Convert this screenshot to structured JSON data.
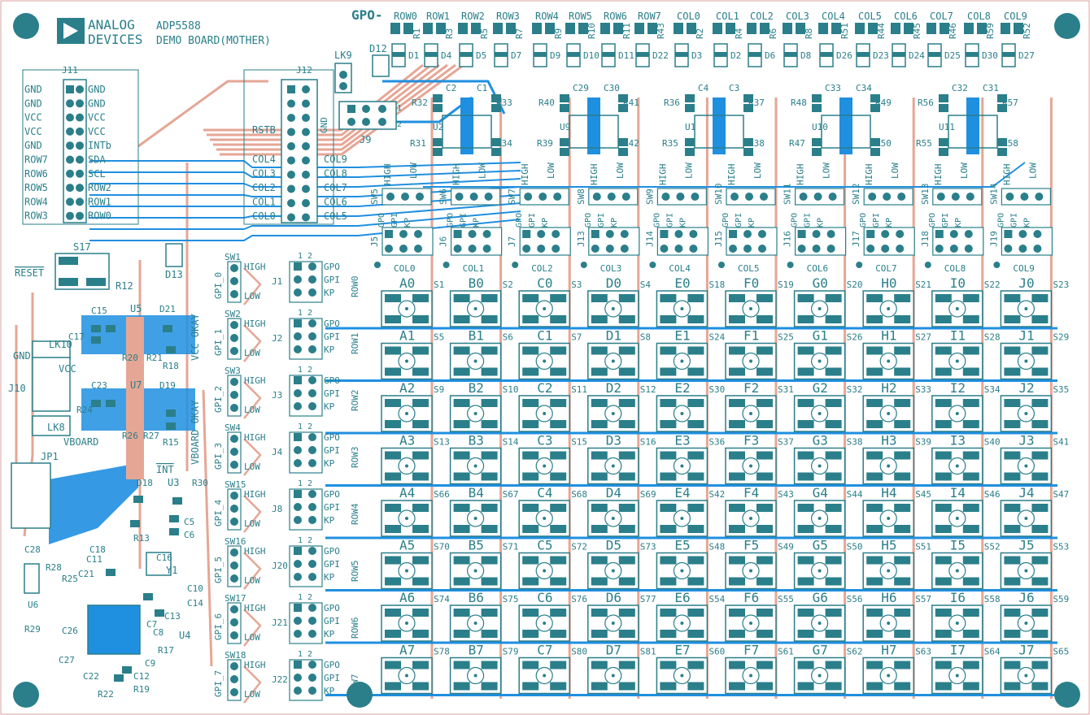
{
  "board": {
    "brand_line1": "ANALOG",
    "brand_line2": "DEVICES",
    "title_line1": "ADP5588",
    "title_line2": "DEMO BOARD(MOTHER)",
    "accent_color": "#2a7f8a",
    "trace_color": "#e6a695",
    "copper_color": "#1f8fe0"
  },
  "gpo": {
    "heading": "GPO-",
    "rows": [
      "ROW0",
      "ROW1",
      "ROW2",
      "ROW3",
      "ROW4",
      "ROW5",
      "ROW6",
      "ROW7"
    ],
    "cols": [
      "COL0",
      "COL1",
      "COL2",
      "COL3",
      "COL4",
      "COL5",
      "COL6",
      "COL7",
      "COL8",
      "COL9"
    ]
  },
  "headers": {
    "j11": "J11",
    "j12": "J12",
    "j11_left": [
      "GND",
      "GND",
      "VCC",
      "VCC",
      "GND",
      "ROW7",
      "ROW6",
      "ROW5",
      "ROW4",
      "ROW3"
    ],
    "j11_right": [
      "GND",
      "GND",
      "VCC",
      "VCC",
      "INTb",
      "SDA",
      "SCL",
      "ROW2",
      "ROW1",
      "ROW0"
    ],
    "j12_left": [
      "RSTB",
      "COL4",
      "COL3",
      "COL2",
      "COL1",
      "COL0"
    ],
    "j12_right": [
      "COL9",
      "COL8",
      "COL7",
      "COL6",
      "COL5"
    ],
    "j12_gnd": "GND"
  },
  "col_switches": {
    "switches": [
      "SW5",
      "SW6",
      "SW7",
      "SW8",
      "SW9",
      "SW10",
      "SW11",
      "SW12",
      "SW13",
      "SW14"
    ],
    "jumpers": [
      "J5",
      "J6",
      "J7",
      "J13",
      "J14",
      "J15",
      "J16",
      "J17",
      "J18",
      "J19"
    ],
    "cols": [
      "COL0",
      "COL1",
      "COL2",
      "COL3",
      "COL4",
      "COL5",
      "COL6",
      "COL7",
      "COL8",
      "COL9"
    ],
    "high": "HIGH",
    "low": "LOW",
    "modes": [
      "GPO",
      "GPI",
      "KP"
    ]
  },
  "gpi_rows": {
    "gpi": [
      "GPI_0",
      "GPI_1",
      "GPI_2",
      "GPI_3",
      "GPI_4",
      "GPI_5",
      "GPI_6",
      "GPI_7"
    ],
    "switches": [
      "SW1",
      "SW2",
      "SW3",
      "SW4",
      "SW15",
      "SW16",
      "SW17",
      "SW18"
    ],
    "jumpers": [
      "J1",
      "J2",
      "J3",
      "J4",
      "J8",
      "J20",
      "J21",
      "J22"
    ],
    "rows": [
      "ROW0",
      "ROW1",
      "ROW2",
      "ROW3",
      "ROW4",
      "ROW5",
      "ROW6",
      "ROW7"
    ],
    "high": "HIGH",
    "low": "LOW",
    "modes": [
      "GPO",
      "GPI",
      "KP"
    ]
  },
  "keypad": {
    "col_letters": [
      "A",
      "B",
      "C",
      "D",
      "E",
      "F",
      "G",
      "H",
      "I",
      "J"
    ],
    "switch_labels": [
      [
        "S1",
        "S2",
        "S3",
        "S4",
        "S18",
        "S19",
        "S20",
        "S21",
        "S22",
        "S23"
      ],
      [
        "S5",
        "S6",
        "S7",
        "S8",
        "S24",
        "S25",
        "S26",
        "S27",
        "S28",
        "S29"
      ],
      [
        "S9",
        "S10",
        "S11",
        "S12",
        "S30",
        "S31",
        "S32",
        "S33",
        "S34",
        "S35"
      ],
      [
        "S13",
        "S14",
        "S15",
        "S16",
        "S36",
        "S37",
        "S38",
        "S39",
        "S40",
        "S41"
      ],
      [
        "S66",
        "S67",
        "S68",
        "S69",
        "S42",
        "S43",
        "S44",
        "S45",
        "S46",
        "S47"
      ],
      [
        "S70",
        "S71",
        "S72",
        "S73",
        "S48",
        "S49",
        "S50",
        "S51",
        "S52",
        "S53"
      ],
      [
        "S74",
        "S75",
        "S76",
        "S77",
        "S54",
        "S55",
        "S56",
        "S57",
        "S58",
        "S59"
      ],
      [
        "S78",
        "S79",
        "S80",
        "S81",
        "S60",
        "S61",
        "S62",
        "S63",
        "S64",
        "S65"
      ]
    ]
  },
  "left_section": {
    "reset": "RESET",
    "s17": "S17",
    "r12": "R12",
    "d13": "D13",
    "gnd": "GND",
    "lk10": "LK10",
    "vcc": "VCC",
    "j10": "J10",
    "lk8": "LK8",
    "vboard": "VBOARD",
    "vcc_okay": "VCC OKAY",
    "vboard_okay": "VBOARD OKAY",
    "jp1": "JP1",
    "int": "INT",
    "u3": "U3",
    "u4": "U4",
    "u5": "U5",
    "u7": "U7",
    "y1": "Y1",
    "parts": [
      "C15",
      "D21",
      "C17",
      "R20",
      "R21",
      "R18",
      "C23",
      "D19",
      "R24",
      "R26",
      "R27",
      "R15",
      "D18",
      "R30",
      "R13",
      "C5",
      "C6",
      "C28",
      "R28",
      "C21",
      "R25",
      "C11",
      "C16",
      "C10",
      "C14",
      "C13",
      "C7",
      "C8",
      "R17",
      "C9",
      "C12",
      "R19",
      "C22",
      "R22",
      "C27",
      "C26",
      "R29",
      "U6",
      "C18"
    ],
    "lk9": "LK9",
    "d12": "D12",
    "j9": "J9"
  },
  "top_parts": {
    "row_parts": [
      "R1",
      "R3",
      "R5",
      "R7",
      "R9",
      "R10",
      "R11",
      "R43",
      "R2",
      "R4",
      "R6",
      "R8",
      "R51",
      "R44",
      "R45",
      "R46",
      "R59",
      "R52"
    ],
    "diodes": [
      "D1",
      "D4",
      "D5",
      "D7",
      "D9",
      "D10",
      "D11",
      "D22",
      "D3",
      "D2",
      "D6",
      "D8",
      "D26",
      "D23",
      "D24",
      "D25",
      "D30",
      "D27"
    ],
    "blocks": [
      {
        "u": "U2",
        "c1": "C2",
        "c2": "C1",
        "ra": "R32",
        "rb": "R33",
        "rc": "R31",
        "rd": "R34"
      },
      {
        "u": "U9",
        "c1": "C29",
        "c2": "C30",
        "ra": "R40",
        "rb": "R41",
        "rc": "R39",
        "rd": "R42"
      },
      {
        "u": "U1",
        "c1": "C4",
        "c2": "C3",
        "ra": "R36",
        "rb": "R37",
        "rc": "R35",
        "rd": "R38"
      },
      {
        "u": "U10",
        "c1": "C33",
        "c2": "C34",
        "ra": "R48",
        "rb": "R49",
        "rc": "R47",
        "rd": "R50"
      },
      {
        "u": "U11",
        "c1": "C32",
        "c2": "C31",
        "ra": "R56",
        "rb": "R57",
        "rc": "R55",
        "rd": "R58"
      }
    ]
  }
}
